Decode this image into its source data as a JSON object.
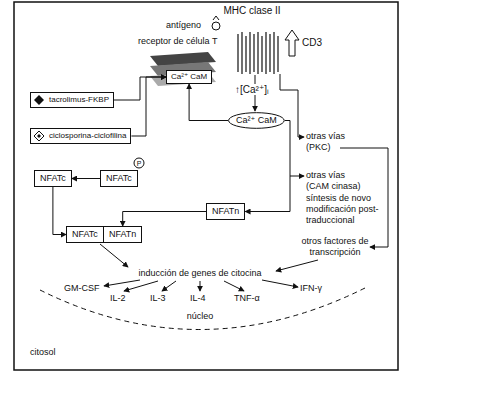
{
  "diagram": {
    "nodes": [
      {
        "text": [
          "Ca²⁺ CaM"
        ]
      },
      {
        "text": [
          "tacrolimus-FKBP"
        ]
      },
      {
        "text": [
          "Ca²⁺ CaM"
        ]
      },
      {
        "text": [
          "ciclosporina-ciclofilina"
        ]
      },
      {
        "text": [
          "NFATc"
        ]
      },
      {
        "text": [
          "NFATc"
        ]
      },
      {
        "text": [
          "NFATn"
        ]
      },
      {
        "text": [
          "NFATc"
        ]
      },
      {
        "text": [
          "NFATn"
        ]
      }
    ],
    "edges": [
      {
        "from": 2,
        "to": 0,
        "arrow": "to"
      },
      {
        "from": 1,
        "to": 0,
        "arrow": "to"
      },
      {
        "from": 3,
        "to": 0,
        "arrow": "to"
      },
      {
        "from": 5,
        "to": 4,
        "arrow": "to"
      },
      {
        "from": 4,
        "to": 7,
        "arrow": "to"
      },
      {
        "from": 6,
        "to": 8,
        "arrow": "to"
      },
      {
        "from": 2,
        "to": 6,
        "arrow": "to"
      }
    ],
    "labels": [
      "MHC clase II",
      "antígeno",
      "receptor de célula T",
      "CD3",
      "↑[Ca²⁺]ᵢ",
      "otras vías (PKC)",
      "otras vías (CAM cinasa)",
      "síntesis de novo",
      "modificación post-traduccional",
      "P",
      "otros factores de transcripción",
      "inducción de genes de citocina",
      "GM-CSF",
      "IL-2",
      "IL-3",
      "IL-4",
      "TNF-α",
      "IFN-γ",
      "núcleo",
      "citosol"
    ]
  }
}
